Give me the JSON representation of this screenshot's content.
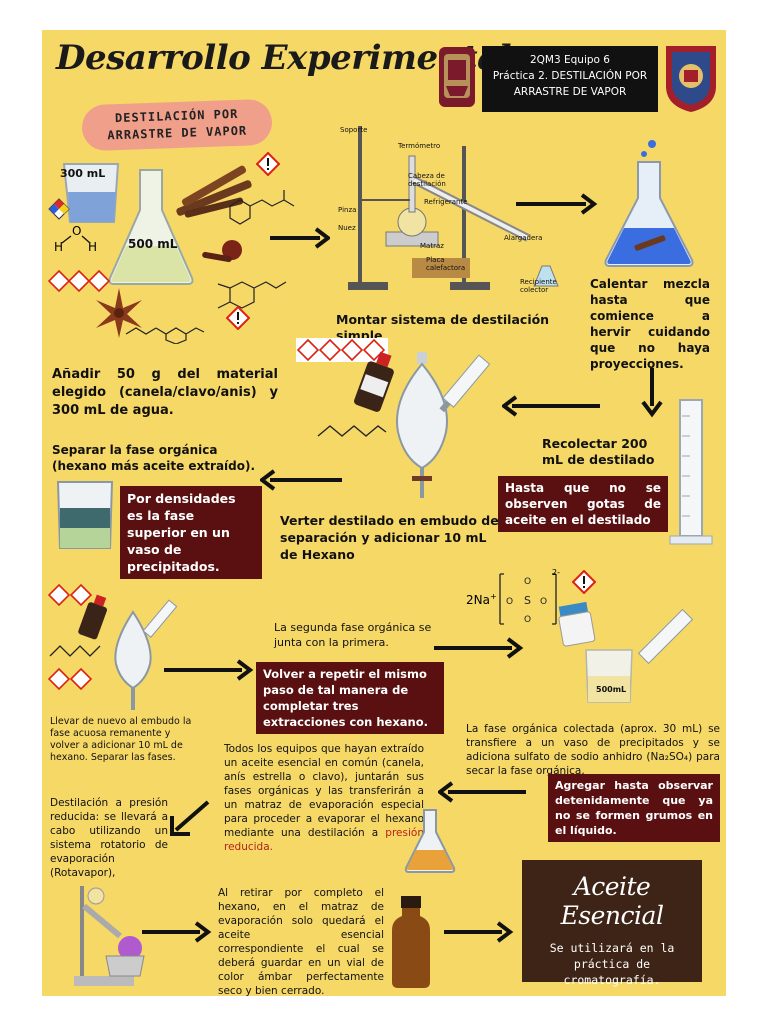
{
  "header": {
    "title": "Desarrollo Experimental",
    "info_line1": "2QM3   Equipo 6",
    "info_line2": "Práctica 2. DESTILACIÓN POR",
    "info_line3": "ARRASTRE DE VAPOR"
  },
  "badge": {
    "line1": "DESTILACIÓN POR",
    "line2": "ARRASTRE DE VAPOR"
  },
  "labels": {
    "beaker_300": "300 mL",
    "flask_500": "500 mL",
    "water_h1": "H",
    "water_o": "O",
    "water_h2": "H",
    "soporte": "Soporte",
    "termometro": "Termómetro",
    "cabeza": "Cabeza de destilación",
    "refrigerante": "Refrigerante",
    "pinza": "Pinza",
    "nuez": "Nuez",
    "matraz": "Matraz",
    "alargadera": "Alargadera",
    "placa": "Placa calefactora",
    "recipiente": "Recipiente colector",
    "sodium": "2Na",
    "sodium_sup": "+",
    "sulfate_charge": "2-",
    "vaso_500": "500mL"
  },
  "steps": {
    "montar": "Montar sistema de destilación simple",
    "calentar": "Calentar mezcla hasta que comience a hervir cuidando que no haya proyecciones.",
    "anadir": "Añadir 50 g del material elegido (canela/clavo/anis) y 300 mL de agua.",
    "recolectar": "Recolectar 200 mL de destilado",
    "hasta_que": "Hasta que no se observen gotas de aceite en el destilado",
    "separar": "Separar la fase orgánica (hexano más aceite extraído).",
    "densidades": "Por densidades es la fase superior en un vaso de precipitados.",
    "verter": "Verter destilado en embudo de separación y adicionar 10 mL de Hexano",
    "segunda": "La segunda fase orgánica se junta con la primera.",
    "volver": "Volver a repetir el mismo paso de tal manera de completar tres extracciones con hexano.",
    "llevar": "Llevar de nuevo al embudo la fase acuosa remanente y volver a adicionar 10 mL de hexano. Separar las fases.",
    "fase_organica": "La fase orgánica colectada (aprox. 30 mL) se transfiere a un vaso de precipitados y se adiciona sulfato de sodio anhidro (Na₂SO₄) para secar la fase orgánica.",
    "agregar": "Agregar hasta observar detenidamente que ya no se formen grumos en el líquido.",
    "todos": "Todos los equipos que hayan extraído un aceite esencial en común (canela, anís estrella o clavo), juntarán sus fases orgánicas y las transferirán a un matraz de evaporación especial para proceder a evaporar el hexano mediante una destilación a",
    "todos_accent": "presión reducida.",
    "destilacion_presion": "Destilación a presión reducida: se llevará a cabo utilizando un sistema rotatorio de evaporación (Rotavapor),",
    "al_retirar": "Al retirar por completo el hexano, en el matraz de evaporación solo quedará el aceite esencial correspondiente el cual se deberá guardar en un vial de color ámbar perfectamente seco y bien cerrado."
  },
  "final": {
    "title": "Aceite Esencial",
    "body": "Se utilizará en la práctica de cromatografía."
  },
  "colors": {
    "background": "#f6d867",
    "dark_red": "#5a1010",
    "badge_pink": "#f0a08a",
    "brown_box": "#3d2416",
    "accent_red": "#b5231a"
  }
}
